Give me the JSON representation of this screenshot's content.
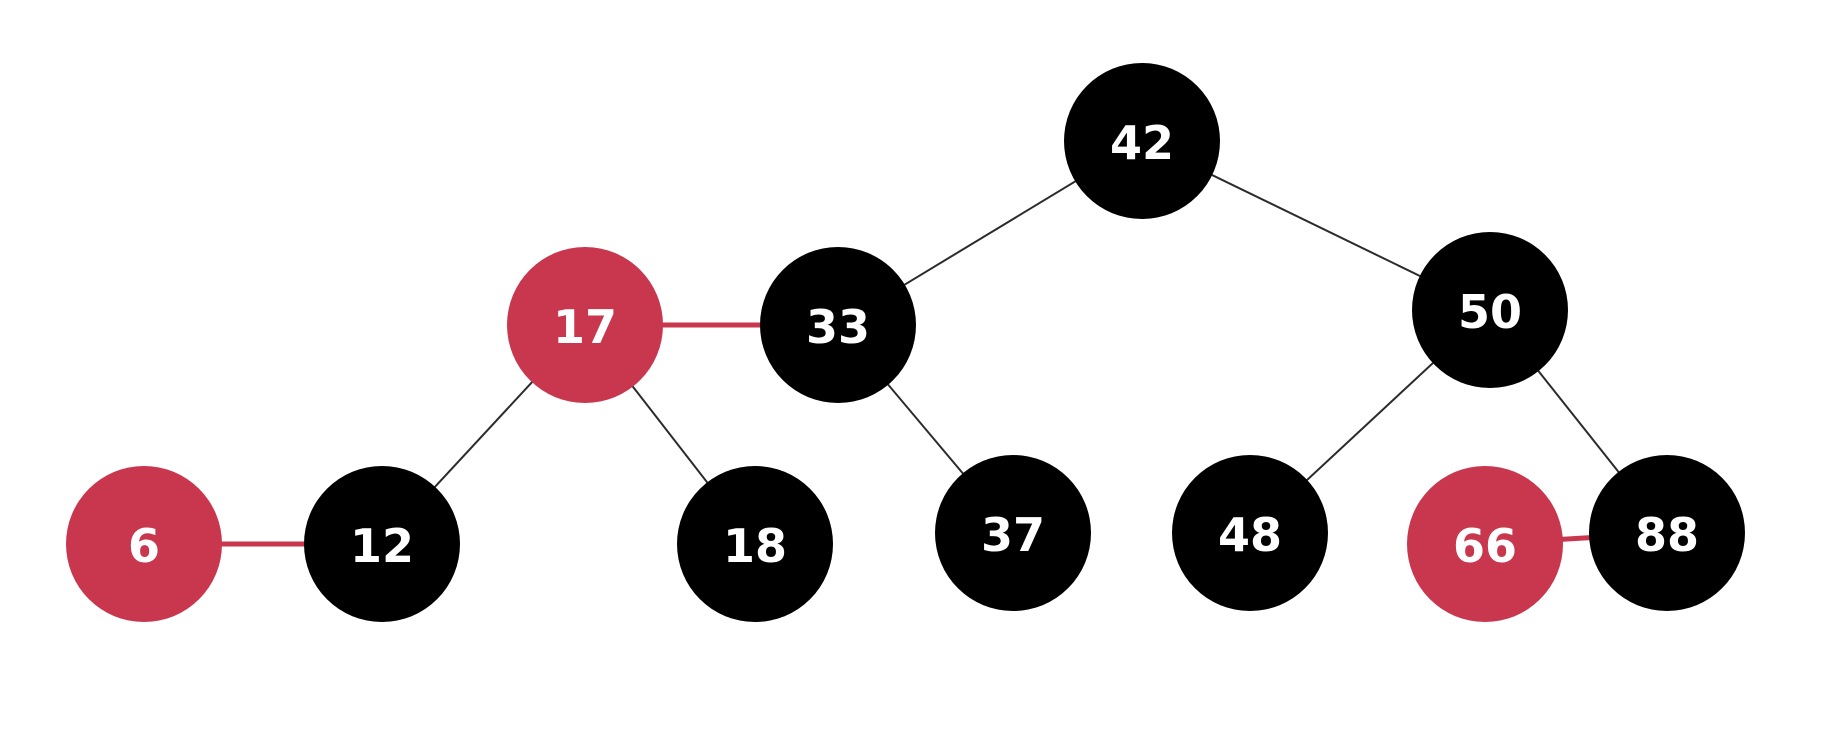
{
  "colors": {
    "black_node": "#000000",
    "red_node": "#c8374e",
    "black_edge": "#2b2b2b",
    "red_link": "#c8374e",
    "label": "#ffffff",
    "background": "#ffffff"
  },
  "nodes": [
    {
      "id": "n42",
      "label": "42",
      "color": "black"
    },
    {
      "id": "n17",
      "label": "17",
      "color": "red"
    },
    {
      "id": "n33",
      "label": "33",
      "color": "black"
    },
    {
      "id": "n50",
      "label": "50",
      "color": "black"
    },
    {
      "id": "n6",
      "label": "6",
      "color": "red"
    },
    {
      "id": "n12",
      "label": "12",
      "color": "black"
    },
    {
      "id": "n18",
      "label": "18",
      "color": "black"
    },
    {
      "id": "n37",
      "label": "37",
      "color": "black"
    },
    {
      "id": "n48",
      "label": "48",
      "color": "black"
    },
    {
      "id": "n66",
      "label": "66",
      "color": "red"
    },
    {
      "id": "n88",
      "label": "88",
      "color": "black"
    }
  ],
  "edges": [
    {
      "from": "n42",
      "to": "n33",
      "type": "black"
    },
    {
      "from": "n42",
      "to": "n50",
      "type": "black"
    },
    {
      "from": "n17",
      "to": "n33",
      "type": "red"
    },
    {
      "from": "n17",
      "to": "n12",
      "type": "black"
    },
    {
      "from": "n17",
      "to": "n18",
      "type": "black"
    },
    {
      "from": "n33",
      "to": "n37",
      "type": "black"
    },
    {
      "from": "n6",
      "to": "n12",
      "type": "red"
    },
    {
      "from": "n50",
      "to": "n48",
      "type": "black"
    },
    {
      "from": "n50",
      "to": "n88",
      "type": "black"
    },
    {
      "from": "n66",
      "to": "n88",
      "type": "red"
    }
  ]
}
